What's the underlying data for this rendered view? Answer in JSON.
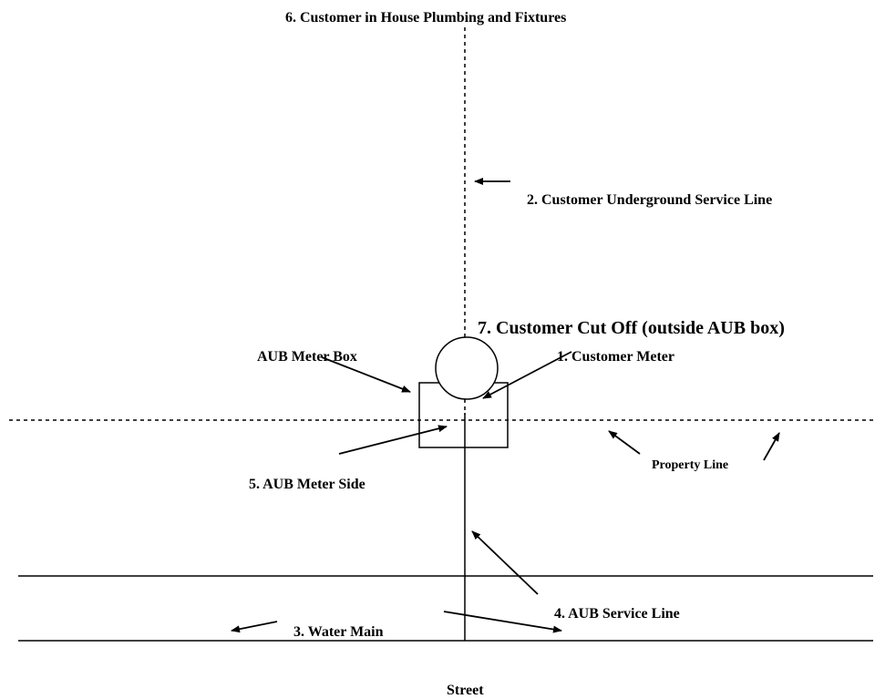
{
  "labels": {
    "in_house_plumbing": "6. Customer in House Plumbing and Fixtures",
    "underground_service_line": "2. Customer Underground Service Line",
    "cut_off": "7. Customer Cut Off (outside AUB box)",
    "meter_box": "AUB Meter Box",
    "customer_meter": "1. Customer Meter",
    "meter_side": "5. AUB Meter Side",
    "property_line": "Property Line",
    "service_line": "4. AUB Service Line",
    "water_main": "3. Water Main",
    "street": "Street"
  }
}
